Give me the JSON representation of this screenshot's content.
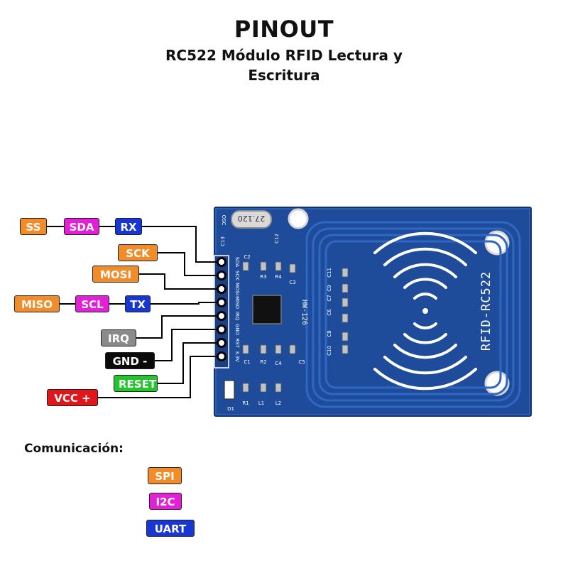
{
  "header": {
    "title": "PINOUT",
    "subtitle": "RC522 Módulo RFID Lectura y Escritura"
  },
  "board": {
    "top_text": "OSC",
    "crystal": "27.120",
    "model": "RFID-RC522",
    "chip_label": "HW-126",
    "pin_labels": [
      "SDA",
      "SCK",
      "MOSI",
      "MISO",
      "IRQ",
      "GND",
      "RST",
      "3.3V"
    ],
    "components": [
      "C13",
      "C12",
      "C2",
      "R3",
      "R4",
      "C3",
      "C11",
      "C9",
      "C7",
      "C6",
      "C8",
      "C10",
      "C1",
      "R2",
      "C4",
      "C5",
      "D1",
      "R1",
      "L1",
      "L2"
    ]
  },
  "pins": [
    {
      "row": 0,
      "labels": [
        {
          "text": "SS",
          "cls": "spi"
        },
        {
          "text": "SDA",
          "cls": "i2c"
        },
        {
          "text": "RX",
          "cls": "uart"
        }
      ]
    },
    {
      "row": 1,
      "labels": [
        {
          "text": "SCK",
          "cls": "spi"
        }
      ]
    },
    {
      "row": 2,
      "labels": [
        {
          "text": "MOSI",
          "cls": "spi"
        }
      ]
    },
    {
      "row": 3,
      "labels": [
        {
          "text": "MISO",
          "cls": "spi"
        },
        {
          "text": "SCL",
          "cls": "i2c"
        },
        {
          "text": "TX",
          "cls": "uart"
        }
      ]
    },
    {
      "row": 4,
      "labels": [
        {
          "text": "IRQ",
          "cls": "irq"
        }
      ]
    },
    {
      "row": 5,
      "labels": [
        {
          "text": "GND -",
          "cls": "gnd"
        }
      ]
    },
    {
      "row": 6,
      "labels": [
        {
          "text": "RESET",
          "cls": "reset"
        }
      ]
    },
    {
      "row": 7,
      "labels": [
        {
          "text": "VCC +",
          "cls": "vcc"
        }
      ]
    }
  ],
  "legend": {
    "title": "Comunicación:",
    "items": [
      {
        "text": "SPI",
        "cls": "spi"
      },
      {
        "text": "I2C",
        "cls": "i2c"
      },
      {
        "text": "UART",
        "cls": "uart"
      }
    ]
  },
  "colors": {
    "spi": "#F28C28",
    "i2c": "#E41FD8",
    "uart": "#1636D6",
    "irq": "#8a8a8a",
    "gnd": "#0a0a0a",
    "reset": "#22C52A",
    "vcc": "#E0161B",
    "pcb": "#1E4C9A"
  }
}
